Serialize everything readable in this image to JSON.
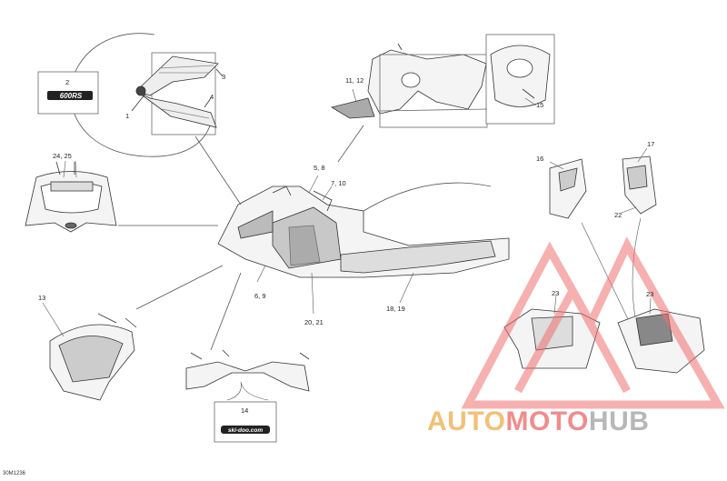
{
  "diagram": {
    "callouts": [
      {
        "id": "c1",
        "label": "1"
      },
      {
        "id": "c2",
        "label": "2"
      },
      {
        "id": "c3",
        "label": "3"
      },
      {
        "id": "c4",
        "label": "4"
      },
      {
        "id": "c58",
        "label": "5, 8"
      },
      {
        "id": "c69",
        "label": "6, 9"
      },
      {
        "id": "c710",
        "label": "7, 10"
      },
      {
        "id": "c1112",
        "label": "11, 12"
      },
      {
        "id": "c13",
        "label": "13"
      },
      {
        "id": "c14",
        "label": "14"
      },
      {
        "id": "c15",
        "label": "15"
      },
      {
        "id": "c16",
        "label": "16"
      },
      {
        "id": "c17",
        "label": "17"
      },
      {
        "id": "c1819",
        "label": "18, 19"
      },
      {
        "id": "c2021",
        "label": "20, 21"
      },
      {
        "id": "c22",
        "label": "22"
      },
      {
        "id": "c2425",
        "label": "24, 25"
      },
      {
        "id": "c23a",
        "label": "23"
      },
      {
        "id": "c23b",
        "label": "23"
      }
    ],
    "decal_text_600rs": "600RS",
    "decal_text_skidoo": "ski-doo.com",
    "doc_code": "30M1236"
  },
  "watermark": {
    "auto": "AUTO",
    "moto": "MOTO",
    "hub": "HUB",
    "colors": {
      "auto": "#f2c078",
      "moto": "#f08c8c",
      "hub": "#b7b7b7",
      "triangle": "#f07070"
    }
  }
}
